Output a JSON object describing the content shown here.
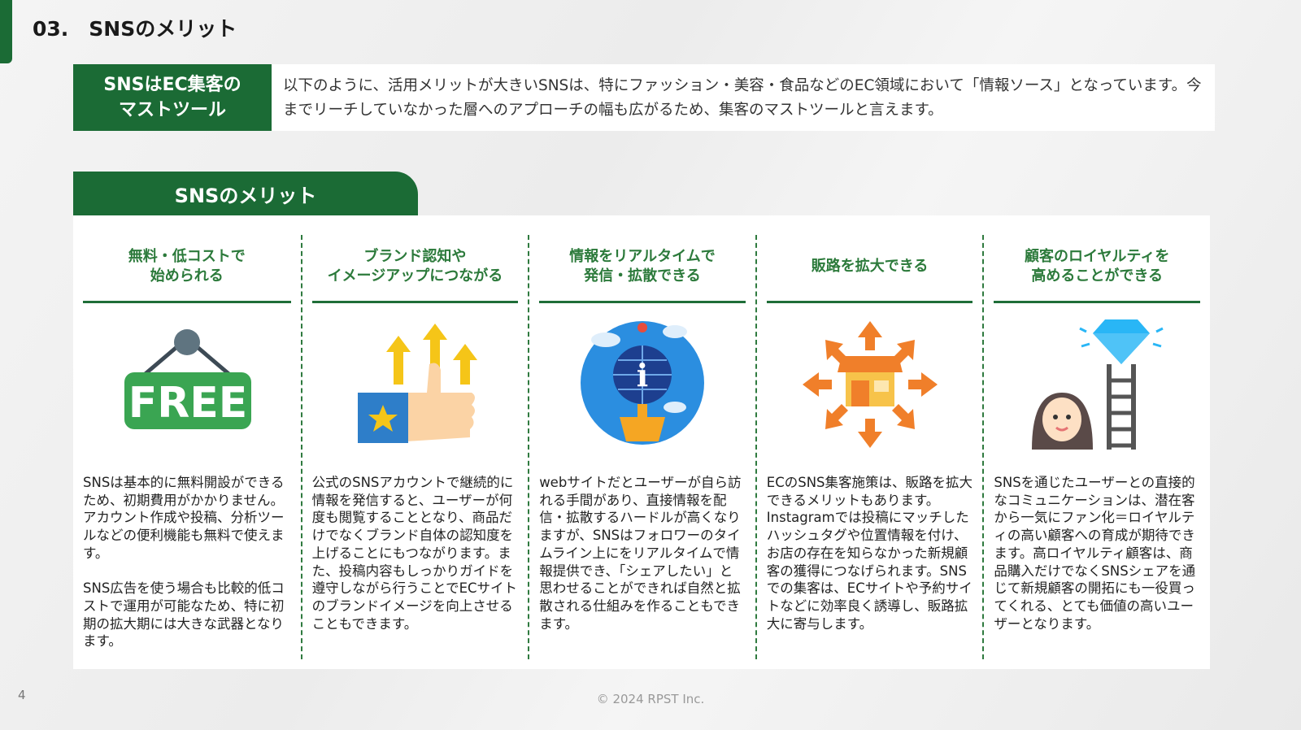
{
  "title": "03.　SNSのメリット",
  "intro": {
    "label": "SNSはEC集客の\nマストツール",
    "text": "以下のように、活用メリットが大きいSNSは、特にファッション・美容・食品などのEC領域において「情報ソース」となっています。今までリーチしていなかった層へのアプローチの幅も広がるため、集客のマストツールと言えます。"
  },
  "section_tab": "SNSのメリット",
  "columns": [
    {
      "heading": "無料・低コストで\n始められる",
      "icon": "free-sign-icon",
      "free_text": "FREE",
      "body": "SNSは基本的に無料開設ができるため、初期費用がかかりません。アカウント作成や投稿、分析ツールなどの便利機能も無料で使えます。\n\nSNS広告を使う場合も比較的低コストで運用が可能なため、特に初期の拡大期には大きな武器となります。"
    },
    {
      "heading": "ブランド認知や\nイメージアップにつながる",
      "icon": "thumbs-up-arrows-icon",
      "body": "公式のSNSアカウントで継続的に情報を発信すると、ユーザーが何度も閲覧することとなり、商品だけでなくブランド自体の認知度を上げることにもつながります。また、投稿内容もしっかりガイドを遵守しながら行うことでECサイトのブランドイメージを向上させることもできます。"
    },
    {
      "heading": "情報をリアルタイムで\n発信・拡散できる",
      "icon": "globe-info-icon",
      "body": "webサイトだとユーザーが自ら訪れる手間があり、直接情報を配信・拡散するハードルが高くなりますが、SNSはフォロワーのタイムライン上にをリアルタイムで情報提供でき、「シェアしたい」と思わせることができれば自然と拡散される仕組みを作ることもできます。"
    },
    {
      "heading": "販路を拡大できる",
      "icon": "store-expand-icon",
      "body": "ECのSNS集客施策は、販路を拡大できるメリットもあります。Instagramでは投稿にマッチしたハッシュタグや位置情報を付け、お店の存在を知らなかった新規顧客の獲得につなげられます。SNSでの集客は、ECサイトや予約サイトなどに効率良く誘導し、販路拡大に寄与します。"
    },
    {
      "heading": "顧客のロイヤルティを\n高めることができる",
      "icon": "diamond-ladder-icon",
      "body": "SNSを通じたユーザーとの直接的なコミュニケーションは、潜在客から一気にファン化＝ロイヤルティの高い顧客への育成が期待できます。高ロイヤルティ顧客は、商品購入だけでなくSNSシェアを通じて新規顧客の開拓にも一役買ってくれる、とても価値の高いユーザーとなります。"
    }
  ],
  "footer": "© 2024 RPST Inc.",
  "page_number": "4",
  "colors": {
    "brand_green": "#1b6b35",
    "heading_green": "#2c7a3b"
  }
}
